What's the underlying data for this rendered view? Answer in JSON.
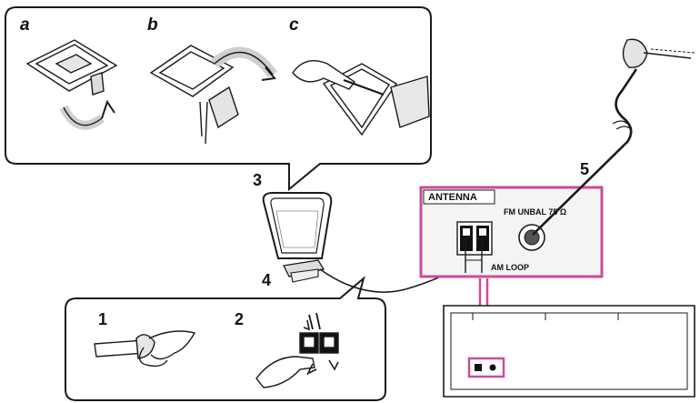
{
  "step_letters": [
    "a",
    "b",
    "c"
  ],
  "step_numbers": {
    "assemble": "3",
    "connect_am": "4",
    "connect_fm": "5",
    "strip_wire": "1",
    "insert_wire": "2"
  },
  "panel": {
    "antenna_header": "ANTENNA",
    "fm_label": "FM UNBAL 75 Ω",
    "am_label": "AM LOOP"
  },
  "colors": {
    "highlight": "#cc4b98",
    "line": "#1a1a1a",
    "panel_fill": "#f4f4f4"
  }
}
